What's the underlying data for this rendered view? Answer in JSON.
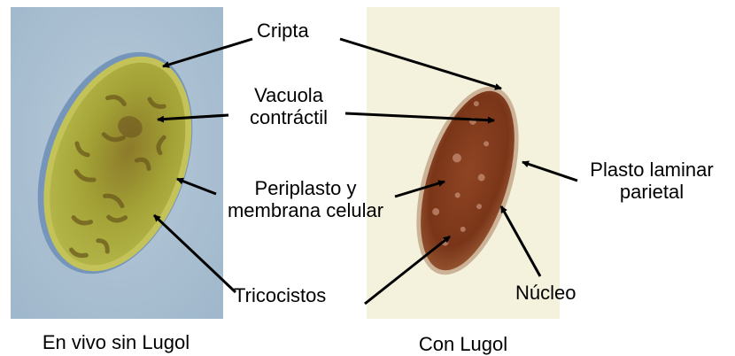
{
  "labels": {
    "cripta": "Cripta",
    "vacuola_line1": "Vacuola",
    "vacuola_line2": "contráctil",
    "periplasto_line1": "Periplasto y",
    "periplasto_line2": "membrana celular",
    "plasto_line1": "Plasto laminar",
    "plasto_line2": "parietal",
    "tricocistos": "Tricocistos",
    "nucleo": "Núcleo"
  },
  "captions": {
    "left": "En vivo sin Lugol",
    "right": "Con Lugol"
  },
  "colors": {
    "left_background": "#a9c0d2",
    "left_cell": "#9a9a2c",
    "right_background": "#f4f1dc",
    "right_cell": "#7e3a1c",
    "arrows": "#000000"
  }
}
